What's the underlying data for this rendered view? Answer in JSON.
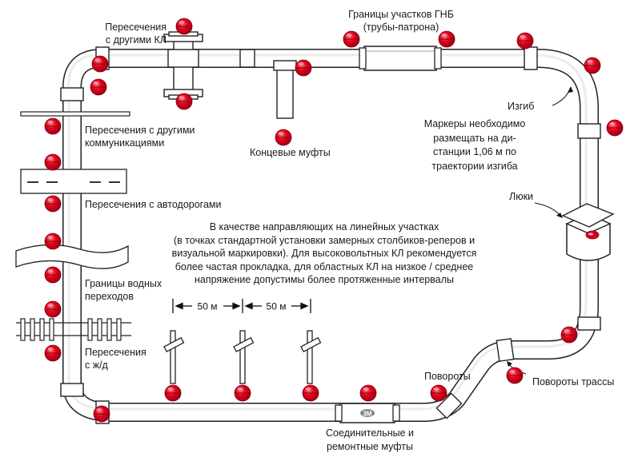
{
  "labels": {
    "intersections_kl": "Пересечения\nс другими КЛ",
    "hdd_boundaries": "Границы участков ГНБ\n(трубы-патрона)",
    "bend": "Изгиб",
    "bend_markers": "Маркеры необходимо\nразмещать на ди-\nстанции 1,06 м по\nтраектории изгиба",
    "hatches": "Люки",
    "intersections_comm": "Пересечения с другими\nкоммуникациями",
    "end_sleeves": "Концевые муфты",
    "intersections_roads": "Пересечения с автодорогами",
    "water_boundaries": "Границы водных\nпереходов",
    "intersections_rail": "Пересечения\nс ж/д",
    "turns": "Повороты",
    "route_turns": "Повороты трассы",
    "joint_sleeves": "Соединительные и\nремонтные муфты"
  },
  "guidance_note": "В качестве направляющих на линейных участках\n(в точках стандартной установки замерных столбиков-реперов и\nвизуальной маркировки). Для высоковольтных КЛ рекомендуется\nболее частая прокладка, для областных КЛ на низкое / среднее\nнапряжение допустимы более протяженные интервалы",
  "spacing": {
    "first": "50 м",
    "second": "50 м"
  },
  "sleeve_logo": "3M",
  "colors": {
    "marker": "#d6001c",
    "pipe_stroke": "#222222",
    "pipe_fill": "#ffffff"
  }
}
